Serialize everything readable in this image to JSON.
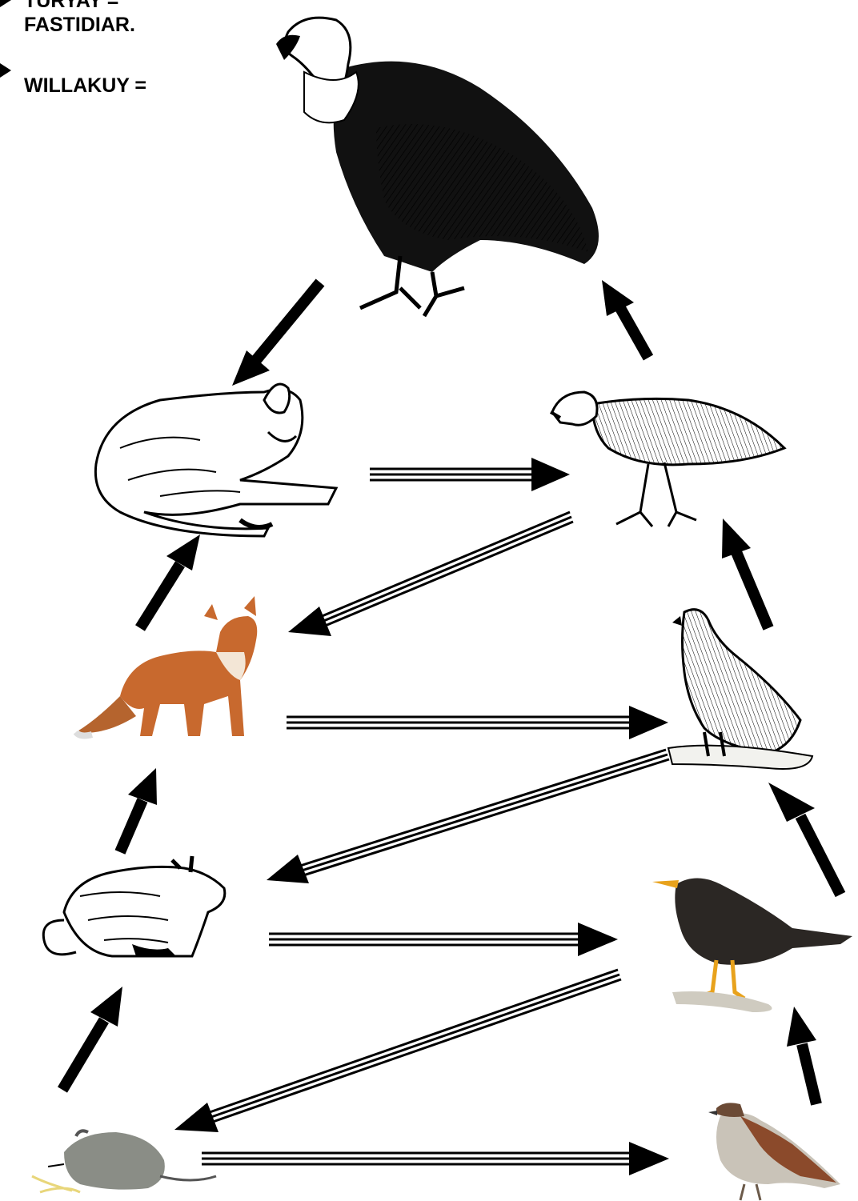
{
  "legend": {
    "items": [
      {
        "term": "TURYAY =",
        "meaning": "FASTIDIAR."
      },
      {
        "term": "WILLAKUY =",
        "meaning": ""
      }
    ]
  },
  "organisms": [
    {
      "id": "condor",
      "name": "condor"
    },
    {
      "id": "puma",
      "name": "puma"
    },
    {
      "id": "black-vulture",
      "name": "black vulture"
    },
    {
      "id": "fox",
      "name": "red fox"
    },
    {
      "id": "hawk",
      "name": "hawk"
    },
    {
      "id": "viscacha",
      "name": "viscacha"
    },
    {
      "id": "blackbird",
      "name": "blackbird"
    },
    {
      "id": "mouse",
      "name": "mouse"
    },
    {
      "id": "sparrow",
      "name": "sparrow"
    }
  ],
  "colors": {
    "ink": "#000000",
    "fox": "#c8692e",
    "blackbird_beak": "#e8a21c",
    "mouse": "#8a8d86",
    "sparrow": "#8b4a2b",
    "hawk": "#4a4a4a"
  }
}
